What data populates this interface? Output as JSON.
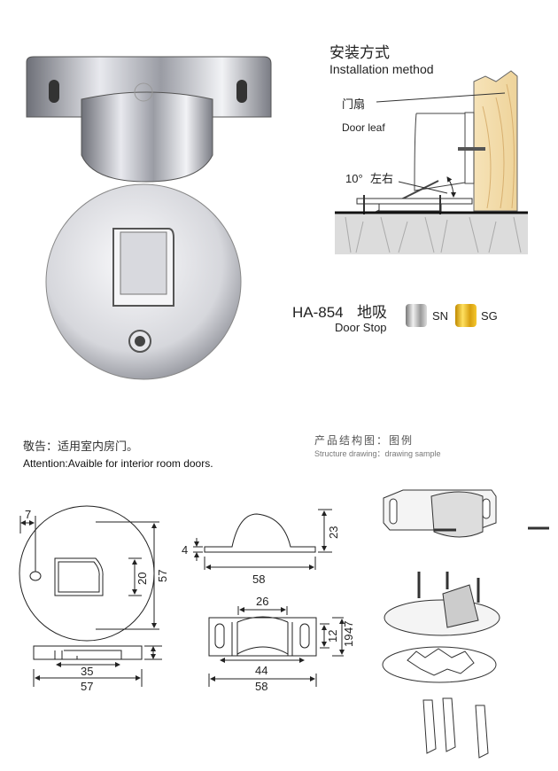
{
  "installation": {
    "title_cn": "安装方式",
    "title_en": "Installation method",
    "door_leaf_cn": "门扇",
    "door_leaf_en": "Door leaf",
    "angle_label": "10°",
    "angle_label_cn": "左右"
  },
  "product": {
    "model": "HA-854",
    "name_cn": "地吸",
    "name_en": "Door Stop",
    "finishes": [
      {
        "code": "SN",
        "color": "#b8b8bc"
      },
      {
        "code": "SG",
        "color": "#e8b820"
      }
    ]
  },
  "notice": {
    "cn": "敬告：适用室内房门。",
    "en": "Attention:Avaible for interior room doors."
  },
  "structure": {
    "title_cn": "产品结构图：图例",
    "title_en": "Structure drawing：drawing sample"
  },
  "dimensions": {
    "base_hole_offset": "7",
    "base_slot_height": "20",
    "base_diameter": "57",
    "base_side_inner": "35",
    "base_side_width": "57",
    "stop_thickness": "4",
    "stop_height": "23",
    "stop_width_side": "58",
    "stop_top_width": "26",
    "stop_inner_height": "12",
    "stop_total_height_a": "19",
    "stop_total_height_b": "47",
    "stop_inner_width": "44",
    "stop_width_top": "58"
  }
}
